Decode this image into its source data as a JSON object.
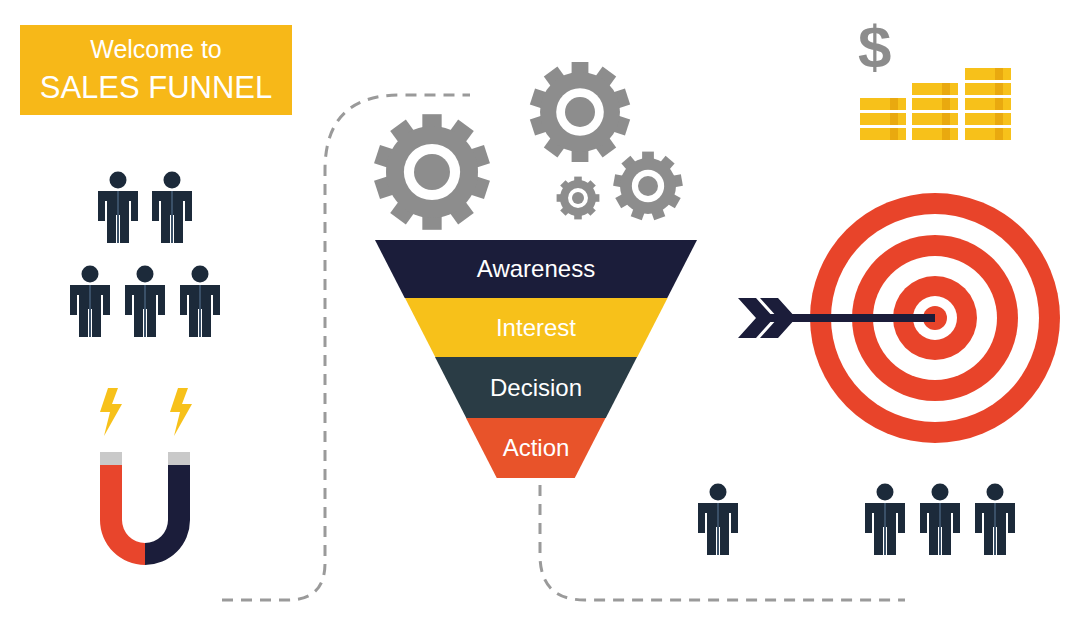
{
  "diagram": {
    "nodes": [
      {
        "text": [
          "Welcome to",
          "SALES FUNNEL"
        ]
      },
      {
        "text": [
          "Awareness"
        ]
      },
      {
        "text": [
          "Interest"
        ]
      },
      {
        "text": [
          "Decision"
        ]
      },
      {
        "text": [
          "Action"
        ]
      }
    ],
    "labels": [
      "$"
    ]
  }
}
